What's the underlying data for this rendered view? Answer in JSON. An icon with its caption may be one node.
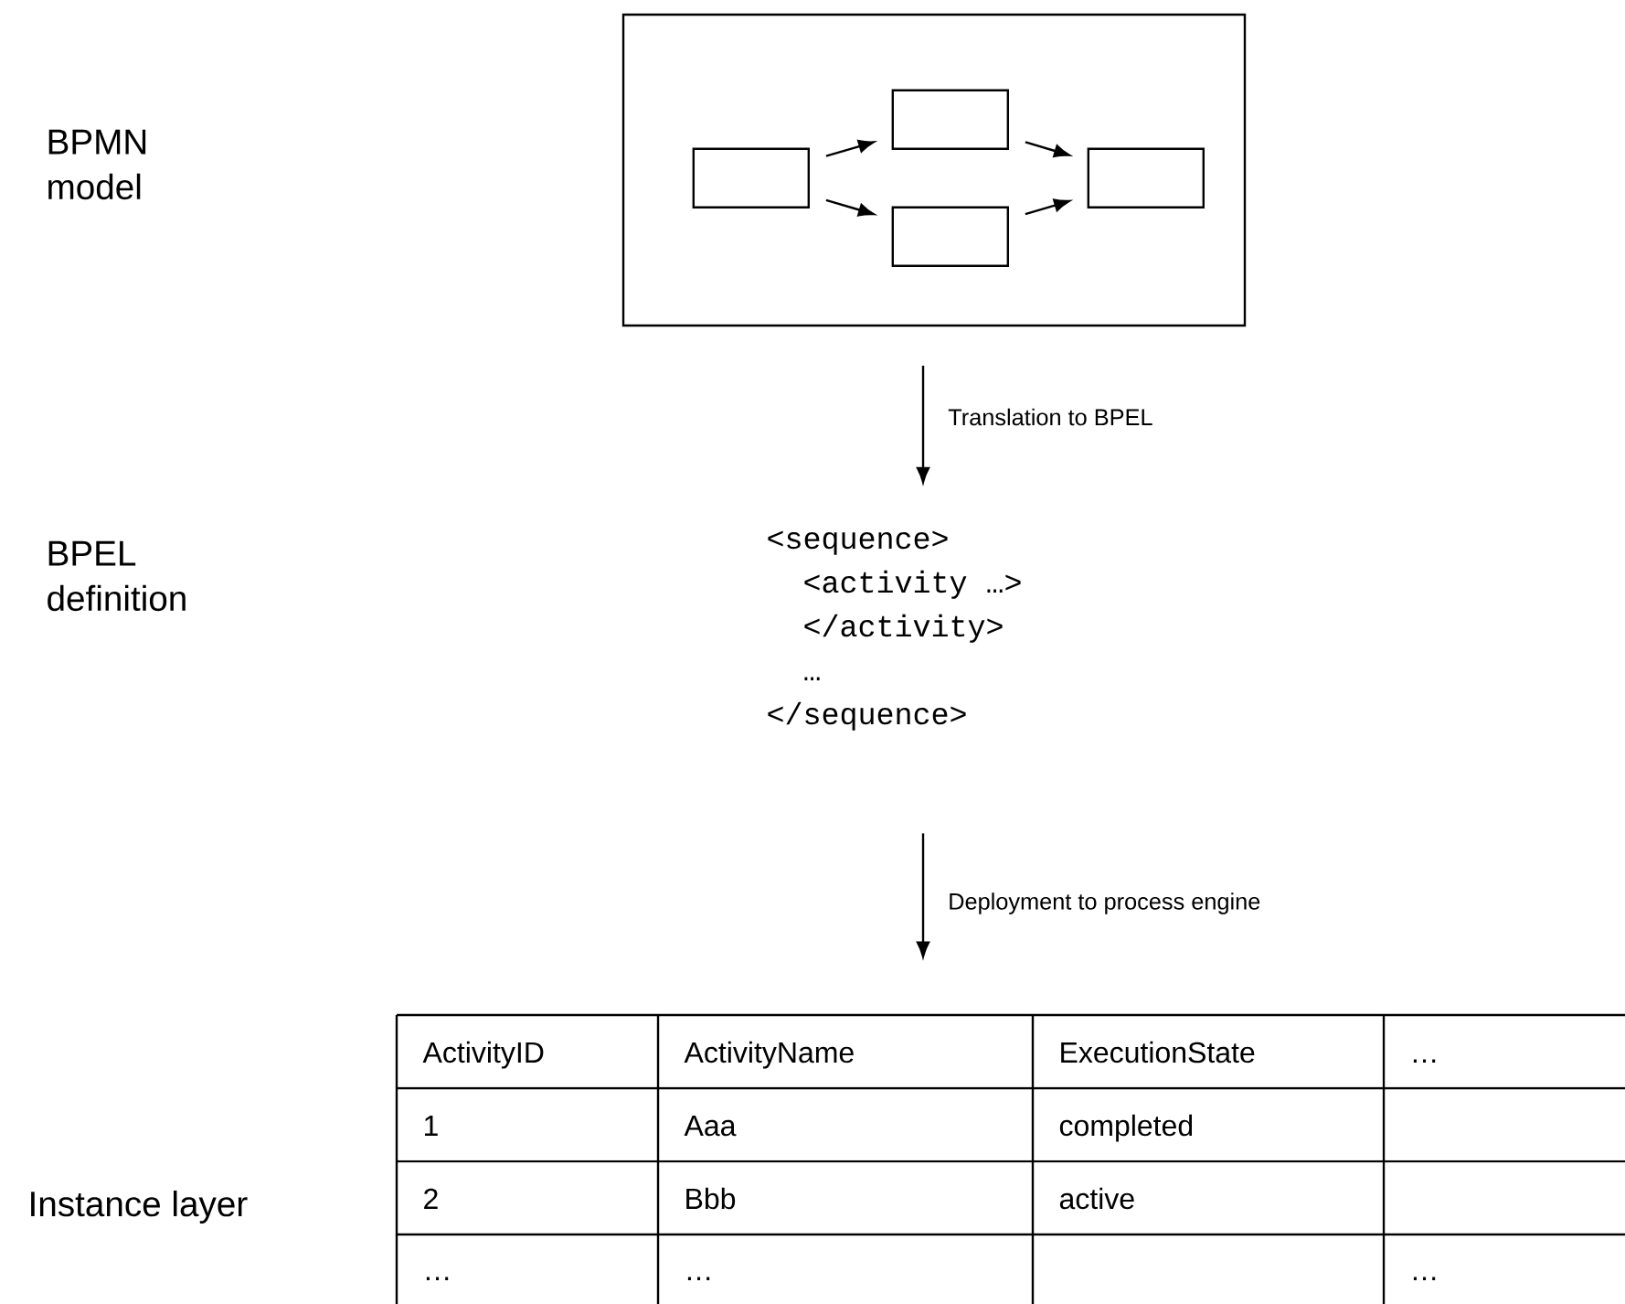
{
  "diagram": {
    "nodes": [
      {
        "text": [],
        "shape": "box"
      },
      {
        "text": [],
        "shape": "box",
        "in": 0
      },
      {
        "text": [],
        "shape": "box",
        "in": 0
      },
      {
        "text": [],
        "shape": "box",
        "in": 0
      },
      {
        "text": [],
        "shape": "box",
        "in": 0
      },
      {
        "text": [
          "<sequence>",
          "<activity …>",
          "</activity>",
          "…",
          "</sequence>"
        ]
      },
      {
        "text": [],
        "shape": "table"
      }
    ],
    "edges": [
      {
        "from": 1,
        "to": 2,
        "arrow": "to"
      },
      {
        "from": 1,
        "to": 3,
        "arrow": "to"
      },
      {
        "from": 2,
        "to": 4,
        "arrow": "to"
      },
      {
        "from": 3,
        "to": 4,
        "arrow": "to"
      },
      {
        "from": 0,
        "to": 5,
        "arrow": "to",
        "label": "Translation to BPEL"
      },
      {
        "from": 5,
        "to": 6,
        "arrow": "to",
        "label": "Deployment to process engine"
      }
    ],
    "labels": [
      "BPMN model",
      "BPEL definition",
      "Instance layer",
      "ActivityID",
      "ActivityName",
      "ExecutionState",
      "…",
      "1",
      "Aaa",
      "completed",
      "2",
      "Bbb",
      "active",
      "…",
      "…",
      "…"
    ]
  }
}
